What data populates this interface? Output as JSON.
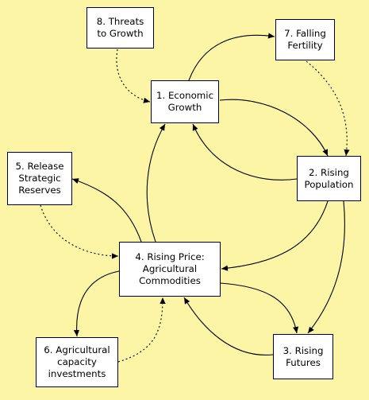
{
  "nodes": {
    "n1": "1. Economic\nGrowth",
    "n2": "2. Rising\nPopulation",
    "n3": "3. Rising\nFutures",
    "n4": "4. Rising Price:\nAgricultural\nCommodities",
    "n5": "5. Release\nStrategic\nReserves",
    "n6": "6. Agricultural\ncapacity\ninvestments",
    "n7": "7. Falling\nFertility",
    "n8": "8. Threats\nto Growth"
  },
  "edges": [
    {
      "from": "n1",
      "to": "n7",
      "style": "solid"
    },
    {
      "from": "n8",
      "to": "n1",
      "style": "dotted"
    },
    {
      "from": "n7",
      "to": "n2",
      "style": "dotted"
    },
    {
      "from": "n1",
      "to": "n2",
      "style": "solid"
    },
    {
      "from": "n2",
      "to": "n1",
      "style": "solid"
    },
    {
      "from": "n2",
      "to": "n4",
      "style": "solid"
    },
    {
      "from": "n2",
      "to": "n3",
      "style": "solid"
    },
    {
      "from": "n4",
      "to": "n3",
      "style": "solid"
    },
    {
      "from": "n3",
      "to": "n4",
      "style": "solid"
    },
    {
      "from": "n4",
      "to": "n1",
      "style": "solid"
    },
    {
      "from": "n4",
      "to": "n5",
      "style": "solid"
    },
    {
      "from": "n5",
      "to": "n4",
      "style": "dotted"
    },
    {
      "from": "n4",
      "to": "n6",
      "style": "solid"
    },
    {
      "from": "n6",
      "to": "n4",
      "style": "dotted"
    }
  ],
  "colors": {
    "background": "#fdf5a6",
    "node_fill": "#ffffff",
    "stroke": "#000000"
  }
}
